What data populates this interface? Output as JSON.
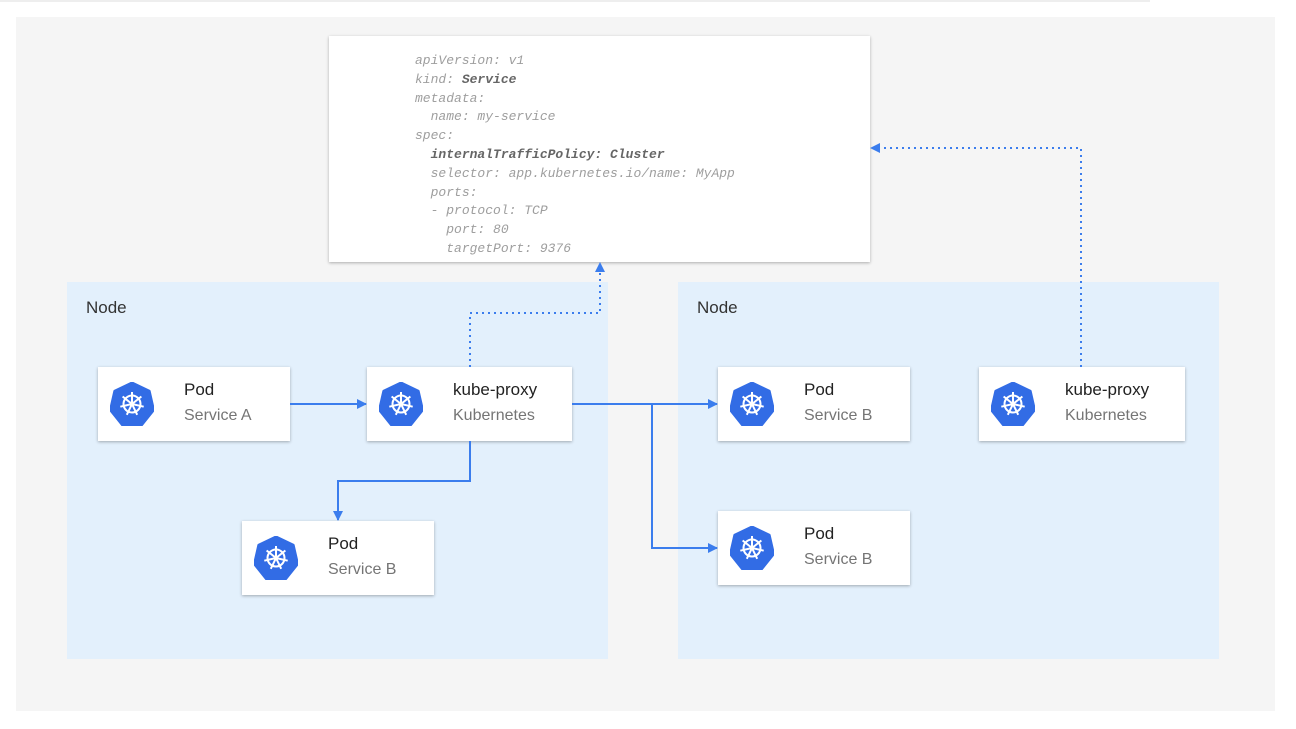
{
  "yaml": {
    "lines": [
      {
        "indent": "",
        "text": "apiVersion: v1",
        "bold": false
      },
      {
        "indent": "",
        "key": "kind: ",
        "value": "Service",
        "bold": "value"
      },
      {
        "indent": "",
        "text": "metadata:",
        "bold": false
      },
      {
        "indent": "  ",
        "text": "name: my-service",
        "bold": false
      },
      {
        "indent": "",
        "text": "spec:",
        "bold": false
      },
      {
        "indent": "  ",
        "text": "internalTrafficPolicy: Cluster",
        "bold": true
      },
      {
        "indent": "  ",
        "text": "selector: app.kubernetes.io/name: MyApp",
        "bold": false
      },
      {
        "indent": "  ",
        "text": "ports:",
        "bold": false
      },
      {
        "indent": "  ",
        "text": "- protocol: TCP",
        "bold": false
      },
      {
        "indent": "    ",
        "text": "port: 80",
        "bold": false
      },
      {
        "indent": "    ",
        "text": "targetPort: 9376",
        "bold": false
      }
    ]
  },
  "nodes": [
    {
      "label": "Node"
    },
    {
      "label": "Node"
    }
  ],
  "cards": [
    {
      "title": "Pod",
      "subtitle": "Service A",
      "icon": "kubernetes-icon"
    },
    {
      "title": "kube-proxy",
      "subtitle": "Kubernetes",
      "icon": "kubernetes-icon"
    },
    {
      "title": "Pod",
      "subtitle": "Service B",
      "icon": "kubernetes-icon"
    },
    {
      "title": "Pod",
      "subtitle": "Service B",
      "icon": "kubernetes-icon"
    },
    {
      "title": "Pod",
      "subtitle": "Service B",
      "icon": "kubernetes-icon"
    },
    {
      "title": "kube-proxy",
      "subtitle": "Kubernetes",
      "icon": "kubernetes-icon"
    }
  ],
  "colors": {
    "arrow": "#3b7ded",
    "node_bg": "#e3f0fc",
    "k8s": "#326ce5"
  }
}
